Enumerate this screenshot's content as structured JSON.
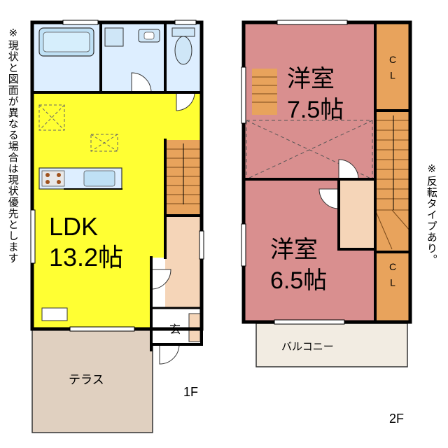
{
  "notes": {
    "left": "※現状と図面が異なる場合は現状優先とします",
    "right": "※反転タイプあり。"
  },
  "floor1": {
    "label": "1F",
    "ldk_name": "LDK",
    "ldk_size": "13.2帖",
    "entrance": "玄",
    "terrace": "テラス"
  },
  "floor2": {
    "label": "2F",
    "room1_name": "洋室",
    "room1_size": "7.5帖",
    "room2_name": "洋室",
    "room2_size": "6.5帖",
    "closet1": "C\nL",
    "closet2": "C\nL",
    "balcony": "バルコニー"
  },
  "colors": {
    "wall": "#000000",
    "ldk": "#ffff33",
    "wet": "#ddeeff",
    "wood": "#e8a35c",
    "hall": "#f5d5b8",
    "bedroom": "#d98f8f",
    "outdoor": "#e0d0c0",
    "balcony": "#f2ece2"
  }
}
